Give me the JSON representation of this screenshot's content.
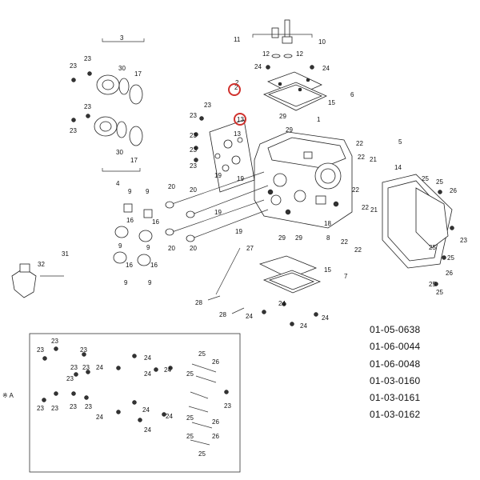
{
  "part_codes": [
    "01-05-0638",
    "01-06-0044",
    "01-06-0048",
    "01-03-0160",
    "01-03-0161",
    "01-03-0162"
  ],
  "inset": {
    "label": "※ A"
  },
  "highlighted_callouts": [
    "2",
    "13"
  ],
  "colors": {
    "highlight": "#d0312d",
    "line": "#333333",
    "background": "#ffffff"
  }
}
